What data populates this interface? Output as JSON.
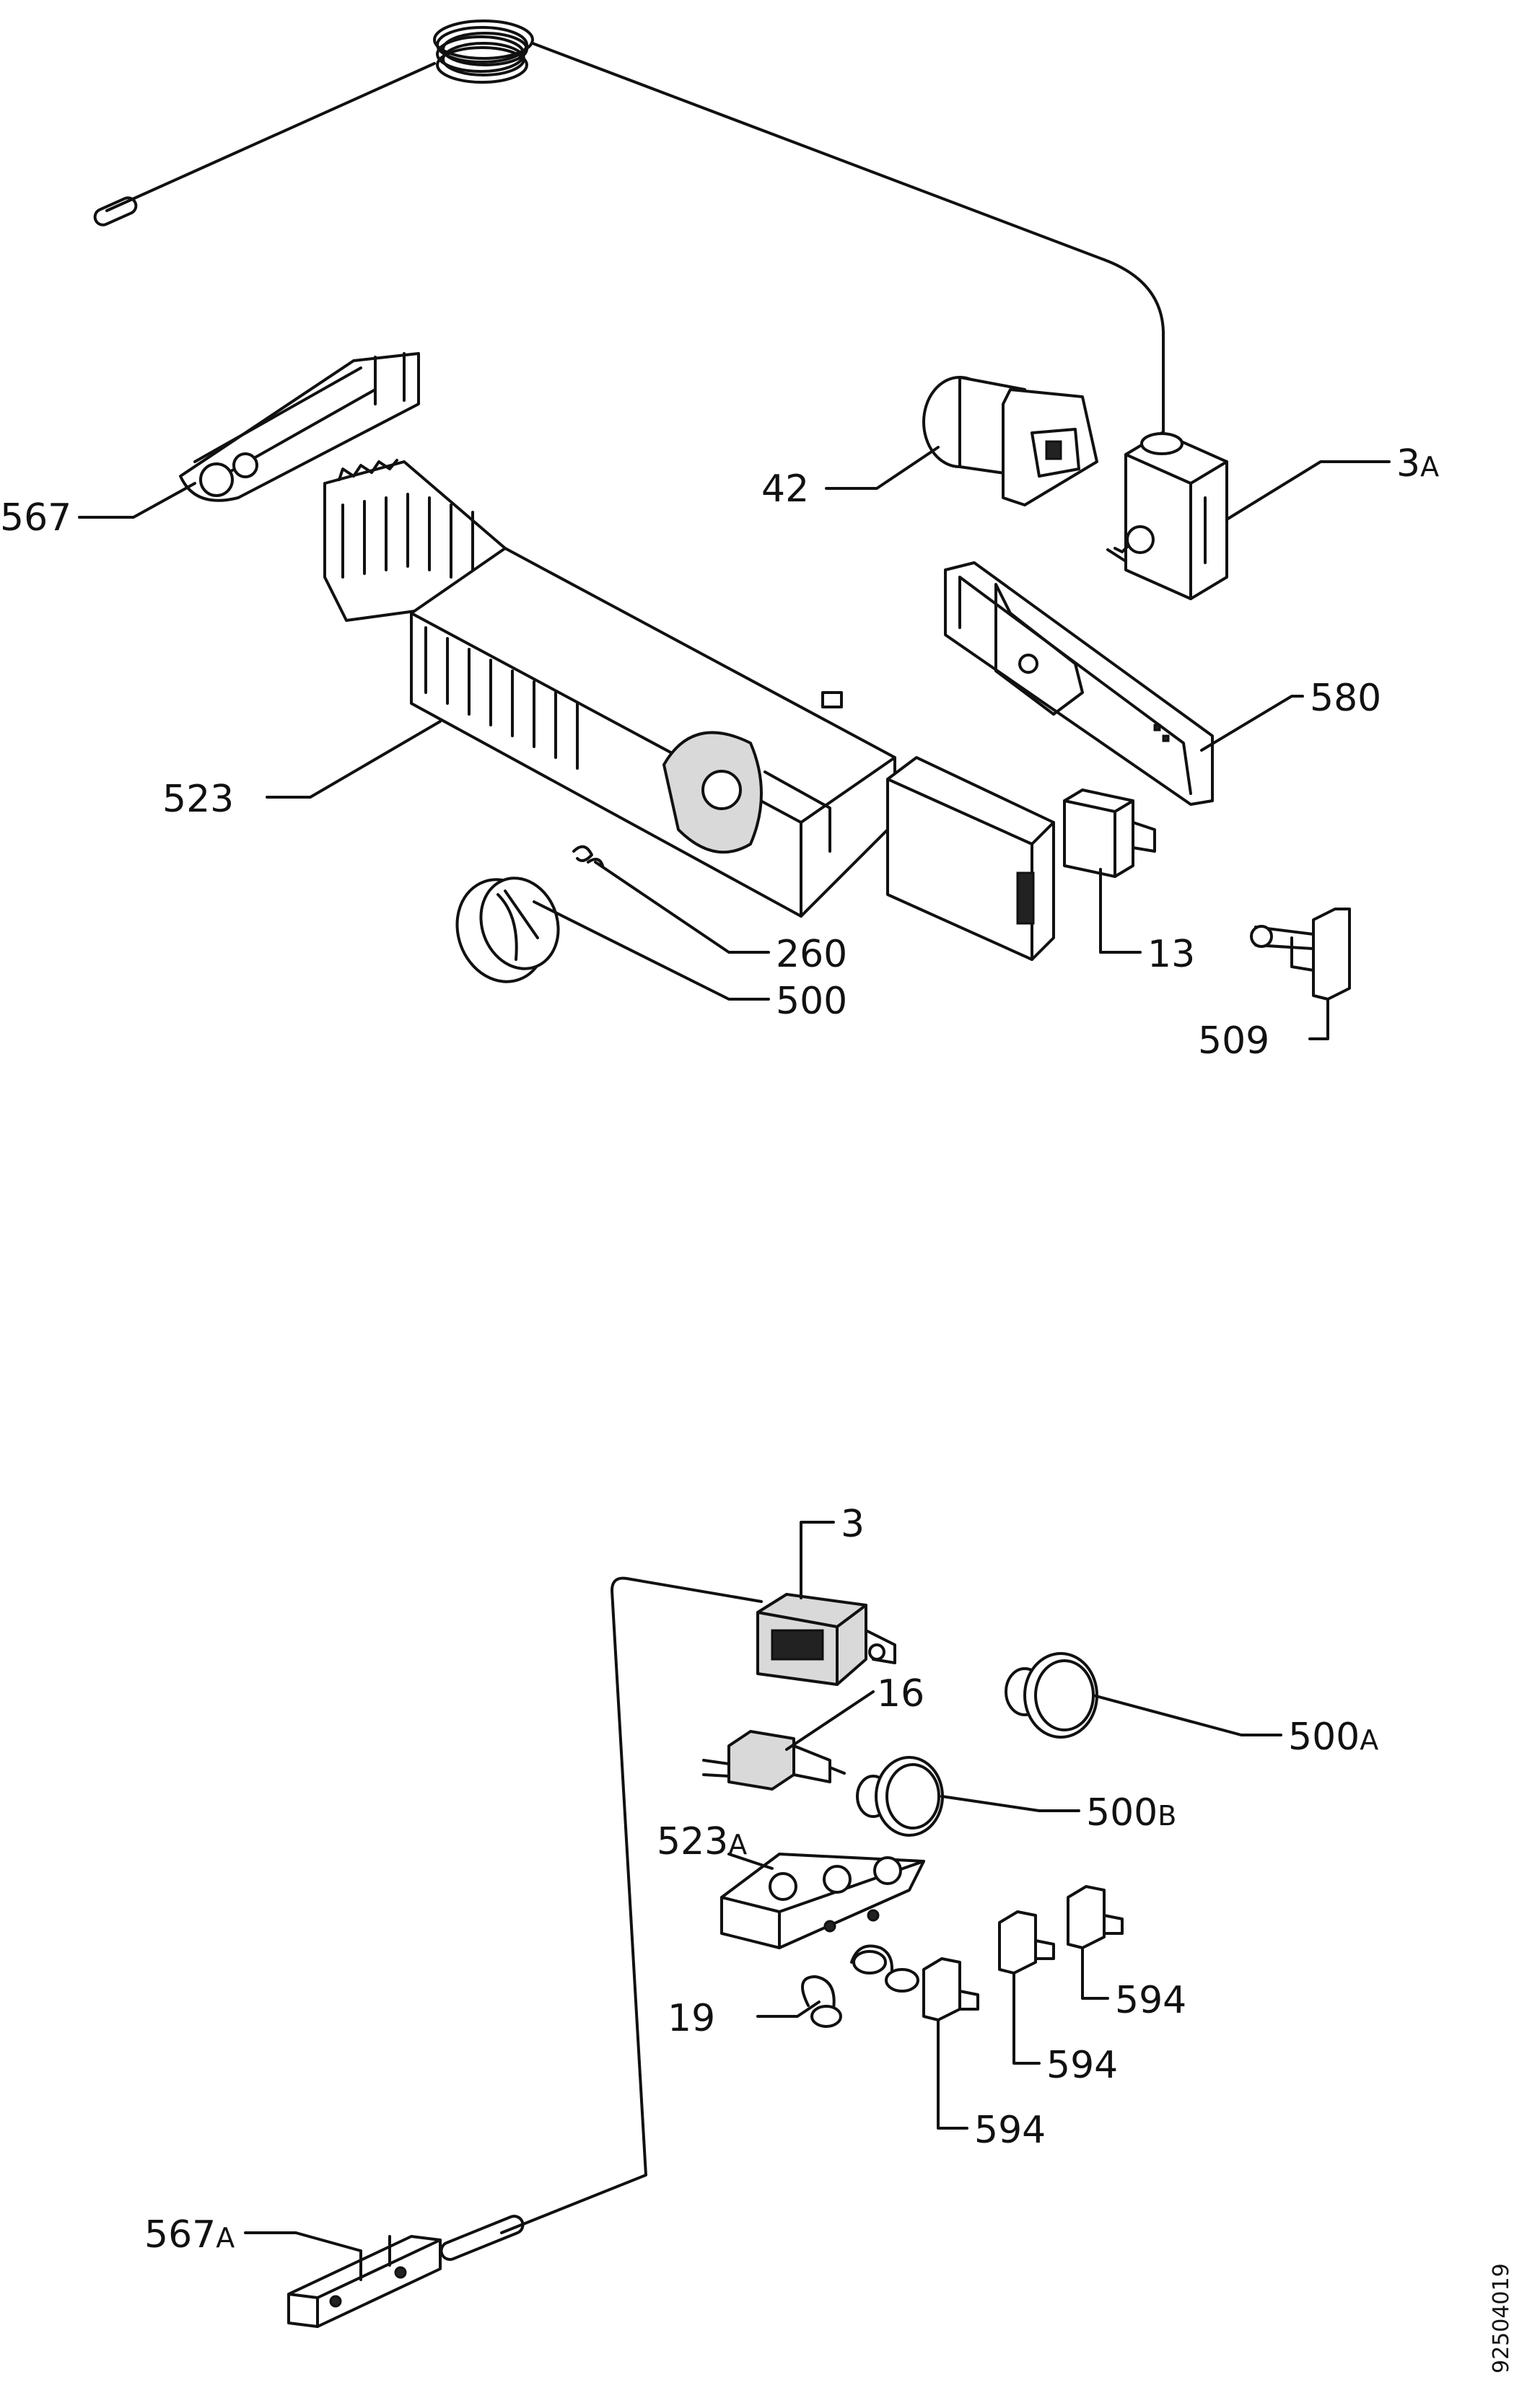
{
  "callouts": {
    "c567": "567",
    "c42": "42",
    "c3a_num": "3",
    "c3a_suf": "A",
    "c580": "580",
    "c523": "523",
    "c260": "260",
    "c500": "500",
    "c13": "13",
    "c509": "509",
    "c3": "3",
    "c16": "16",
    "c500a_num": "500",
    "c500a_suf": "A",
    "c500b_num": "500",
    "c500b_suf": "B",
    "c523a_num": "523",
    "c523a_suf": "A",
    "c19": "19",
    "c594_1": "594",
    "c594_2": "594",
    "c594_3": "594",
    "c567a_num": "567",
    "c567a_suf": "A"
  },
  "drawing_number": "92504019",
  "colors": {
    "ink": "#111111",
    "paper": "#ffffff",
    "shade": "#d9d9d9"
  }
}
